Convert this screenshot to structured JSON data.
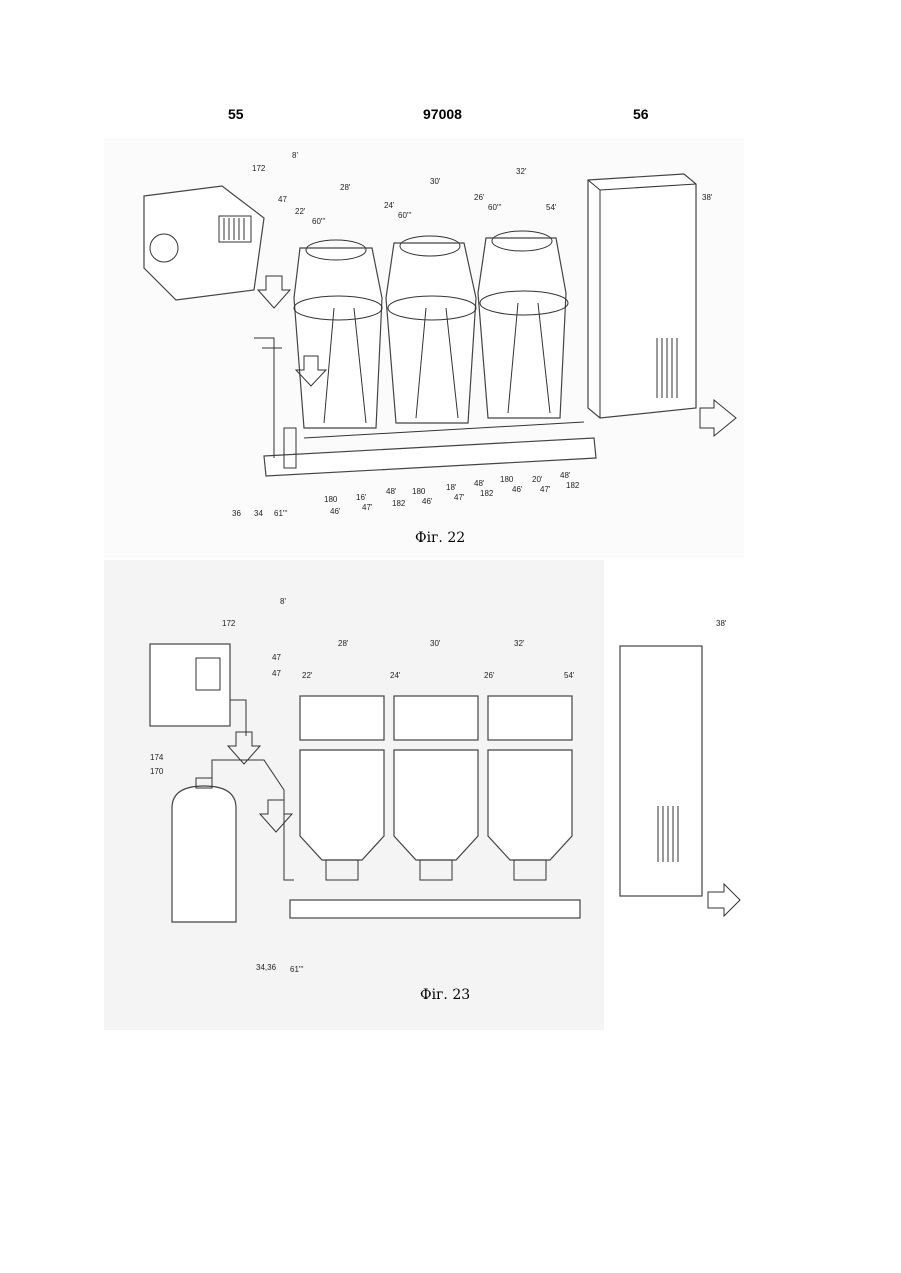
{
  "header": {
    "page_left": "55",
    "doc_number": "97008",
    "page_right": "56"
  },
  "fig22": {
    "caption": "Фіг. 22",
    "labels": [
      "172",
      "8'",
      "28'",
      "30'",
      "32'",
      "38'",
      "47",
      "22'",
      "60'''",
      "24'",
      "60'''",
      "26'",
      "60'''",
      "54'",
      "36",
      "34",
      "61'''",
      "180",
      "46'",
      "16'",
      "47'",
      "48'",
      "182",
      "180",
      "46'",
      "18'",
      "47'",
      "48'",
      "182",
      "180",
      "46'",
      "20'",
      "47'",
      "48'",
      "182"
    ]
  },
  "fig23": {
    "caption": "Фіг. 23",
    "labels": [
      "8'",
      "172",
      "28'",
      "30'",
      "32'",
      "38'",
      "54'",
      "47",
      "47",
      "22'",
      "24'",
      "26'",
      "174",
      "170",
      "34,36",
      "61'''"
    ]
  }
}
